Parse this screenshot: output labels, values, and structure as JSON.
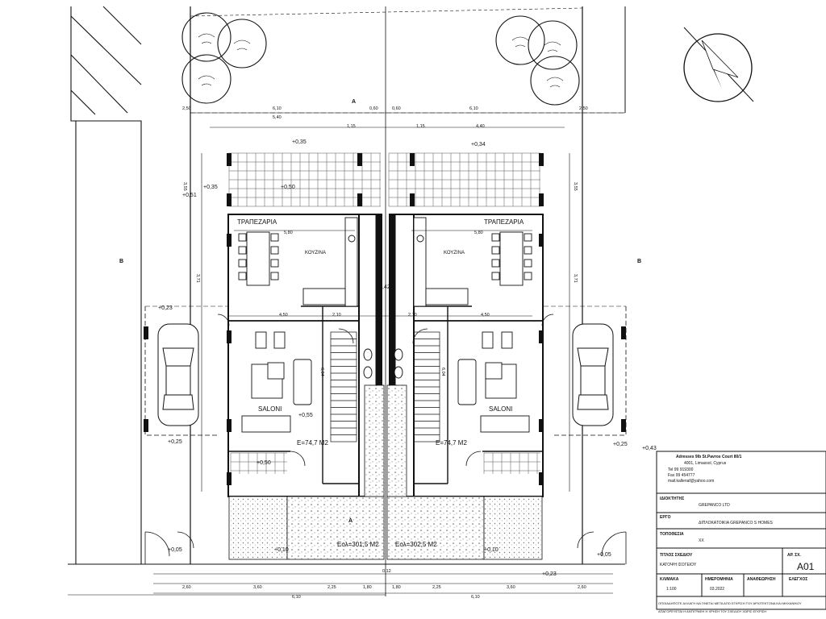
{
  "labels": {
    "dining_left": "ΤΡΑΠΕΖΑΡΙΑ",
    "dining_right": "ΤΡΑΠΕΖΑΡΙΑ",
    "kitchen_left": "ΚΟΥΖΙΝΑ",
    "kitchen_right": "ΚΟΥΖΙΝΑ",
    "saloni_left": "SALONI",
    "saloni_right": "SALONI",
    "area_left": "E=74,7 M2",
    "area_right": "E=74,7 M2",
    "plot_left": "Eολ=301,5 M2",
    "plot_right": "Eολ=302,5 M2",
    "section_a": "A",
    "section_b": "B"
  },
  "levels": {
    "l1": "+0,35",
    "l2": "+0,34",
    "l3": "+0,35",
    "l4": "+0,50",
    "l5": "+0,42",
    "l6": "+0,55",
    "l7": "+0,23",
    "l8": "+0,50",
    "l9": "+0,25",
    "l10": "+0,43",
    "l11": "+0,10",
    "l12": "+0,10",
    "l13": "+0,23",
    "l14": "+0,05",
    "l15": "+0,05",
    "l16": "+0,51"
  },
  "dims": {
    "top_a": "2,50",
    "top_b": "6,10",
    "top_c": "0,60",
    "top_d": "0,60",
    "top_e": "6,10",
    "top_f": "2,50",
    "d1": "5,40",
    "d2": "1,15",
    "d3": "1,15",
    "d4": "4,40",
    "d5": "5,80",
    "d6": "5,80",
    "d7": "4,50",
    "d8": "2,10",
    "d9": "2,10",
    "d10": "4,50",
    "v1": "3,55",
    "v2": "3,55",
    "v3": "3,71",
    "v4": "3,71",
    "v5": "6,04",
    "v6": "6,04",
    "b1": "2,60",
    "b2": "3,60",
    "b3": "2,25",
    "b4": "1,80",
    "b5": "1,80",
    "b6": "2,25",
    "b7": "3,60",
    "b8": "2,60",
    "tot_l": "6,10",
    "tot_r": "6,10",
    "mid": "0,12"
  },
  "title_block": {
    "company": "Adresses 9lb St.Pavros Court 80/1",
    "addr": "4001, Limassol, Cyprus",
    "tel": "Tel 99 919300",
    "fax": "Fax 99 454777",
    "email": "mail.kallenaf@yahoo.com",
    "owner_label": "ΙΔΙΟΚΤΗΤΗΣ",
    "owner": "GREPANCO LTD",
    "project_label": "ΕΡΓΟ",
    "project": "ΔΙΠΛΟΚΑΤΟΙΚΙΑ GREPANCO S HOMES",
    "location_label": "ΤΟΠΟΘΕΣΙΑ",
    "location": "ΧΧ",
    "drawing_label": "ΤΙΤΛΟΣ ΣΧΕΔΙΟΥ",
    "drawing": "ΚΑΤΟΨΗ ΙΣΟΓΕΙΟΥ",
    "no_label": "ΑΡ. ΣΧ.",
    "no": "A01",
    "scale_label": "ΚΛΙΜΑΚΑ",
    "scale": "1:100",
    "date_label": "ΗΜΕΡΟΜΗΝΙΑ",
    "date": "03.2022",
    "rev_label": "ΑΝΑΘΕΩΡΗΣΗ",
    "check_label": "ΕΛΕΓΧΟΣ",
    "note1": "ΟΠΟΙΑΔΗΠΟΤΕ ΑΛΛΑΓΗ ΝΑ ΓΙΝΕΤΑΙ ΜΕΤΑ ΑΠΟ ΕΓΚΡΙΣΗ ΤΟΥ ΑΡΧΙΤΕΚΤΟΝΑ ΚΑΙ ΜΗΧΑΝΙΚΟΥ",
    "note2": "ΑΠΑΓΟΡΕΥΕΤΑΙ Η ΑΝΤΙΓΡΑΦΗ Η ΧΡΗΣΗ ΤΟΥ ΣΧΕΔΙΟΥ ΧΩΡΙΣ ΕΓΚΡΙΣΗ"
  },
  "colors": {
    "line": "#111111",
    "paper": "#ffffff",
    "hatch": "#cccccc"
  }
}
